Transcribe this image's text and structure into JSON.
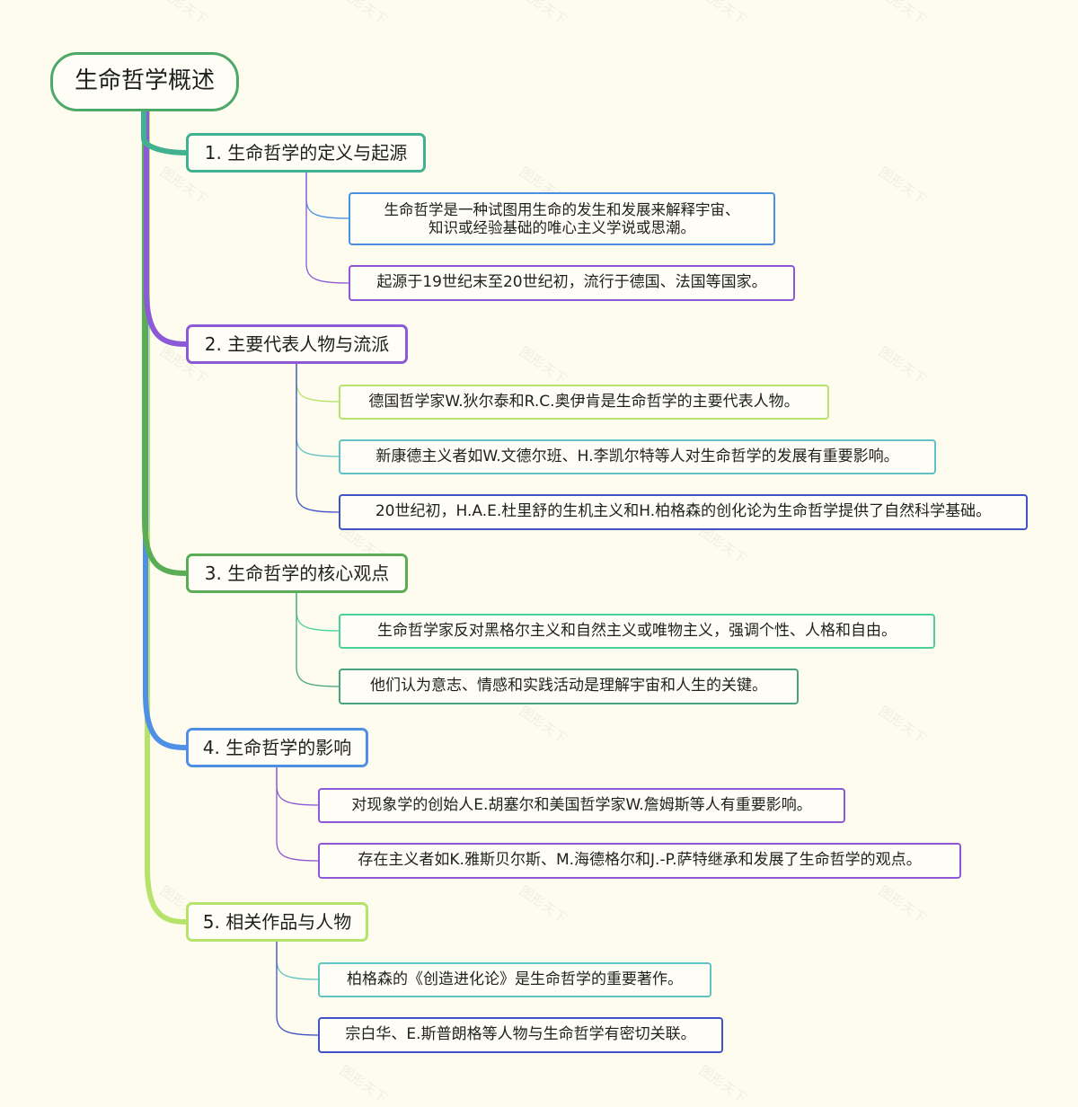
{
  "root": {
    "label": "生命哲学概述"
  },
  "watermark": "图形天下",
  "colors": {
    "root": "#4ea86a",
    "b1": "#42b191",
    "b2": "#8c5ad6",
    "b3": "#5aac55",
    "b4": "#4f8fe5",
    "b5": "#b6e36c",
    "teal": "#62c3c4",
    "blue": "#4a90e2",
    "purple": "#8c5ad6",
    "lime": "#b6e36c",
    "indigo": "#3f53c7",
    "mint": "#4cd09a",
    "dgreen": "#45a57c",
    "violet": "#9056d8"
  },
  "branches": [
    {
      "label": "1. 生命哲学的定义与起源",
      "leaves": [
        {
          "lines": [
            "生命哲学是一种试图用生命的发生和发展来解释宇宙、",
            "知识或经验基础的唯心主义学说或思潮。"
          ]
        },
        {
          "label": "起源于19世纪末至20世纪初，流行于德国、法国等国家。"
        }
      ]
    },
    {
      "label": "2. 主要代表人物与流派",
      "leaves": [
        {
          "label": "德国哲学家W.狄尔泰和R.C.奥伊肯是生命哲学的主要代表人物。"
        },
        {
          "label": "新康德主义者如W.文德尔班、H.李凯尔特等人对生命哲学的发展有重要影响。"
        },
        {
          "label": "20世纪初，H.A.E.杜里舒的生机主义和H.柏格森的创化论为生命哲学提供了自然科学基础。"
        }
      ]
    },
    {
      "label": "3. 生命哲学的核心观点",
      "leaves": [
        {
          "label": "生命哲学家反对黑格尔主义和自然主义或唯物主义，强调个性、人格和自由。"
        },
        {
          "label": "他们认为意志、情感和实践活动是理解宇宙和人生的关键。"
        }
      ]
    },
    {
      "label": "4. 生命哲学的影响",
      "leaves": [
        {
          "label": "对现象学的创始人E.胡塞尔和美国哲学家W.詹姆斯等人有重要影响。"
        },
        {
          "label": "存在主义者如K.雅斯贝尔斯、M.海德格尔和J.-P.萨特继承和发展了生命哲学的观点。"
        }
      ]
    },
    {
      "label": "5. 相关作品与人物",
      "leaves": [
        {
          "label": "柏格森的《创造进化论》是生命哲学的重要著作。"
        },
        {
          "label": "宗白华、E.斯普朗格等人物与生命哲学有密切关联。"
        }
      ]
    }
  ]
}
